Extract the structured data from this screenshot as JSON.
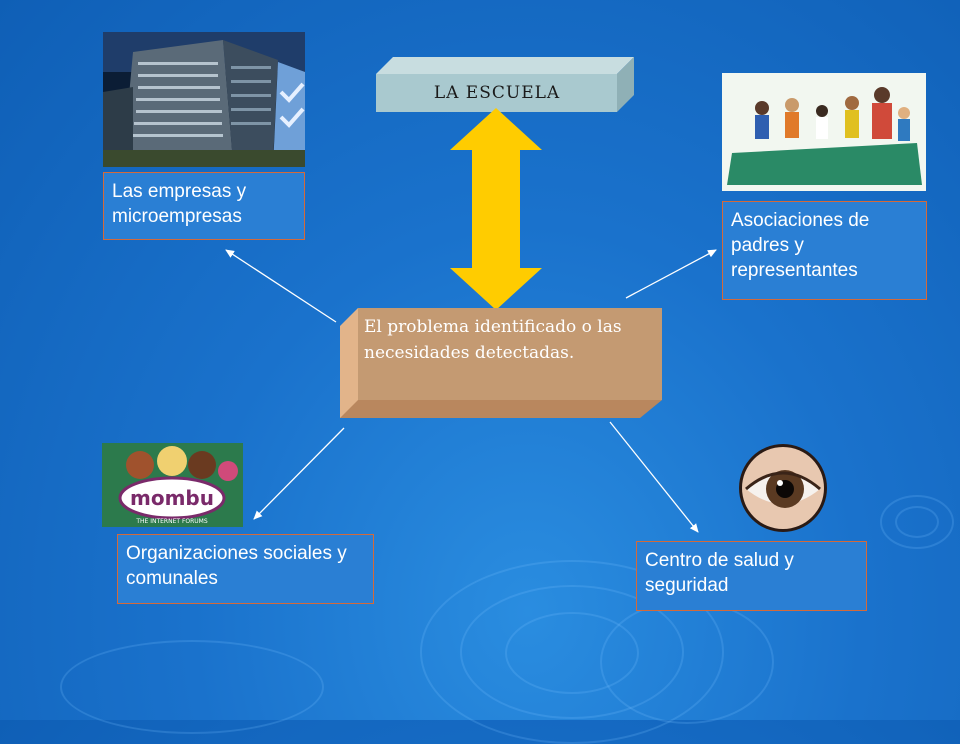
{
  "escuela": {
    "label": "LA ESCUELA"
  },
  "center": {
    "label": "El problema identificado o las necesidades detectadas."
  },
  "nodes": {
    "empresas": {
      "label": "Las empresas y microempresas"
    },
    "asociaciones": {
      "label": "Asociaciones de padres y representantes"
    },
    "organizaciones": {
      "label": "Organizaciones sociales y comunales"
    },
    "salud": {
      "label": "Centro de salud y seguridad"
    }
  },
  "images": {
    "logo_text": "mombu",
    "logo_subtext": "THE INTERNET FORUMS"
  },
  "colors": {
    "escuela_box": "#a9c9cf",
    "center_box": "#c49a72",
    "arrow_yellow": "#ffcc00",
    "label_border": "#d46a3a"
  }
}
